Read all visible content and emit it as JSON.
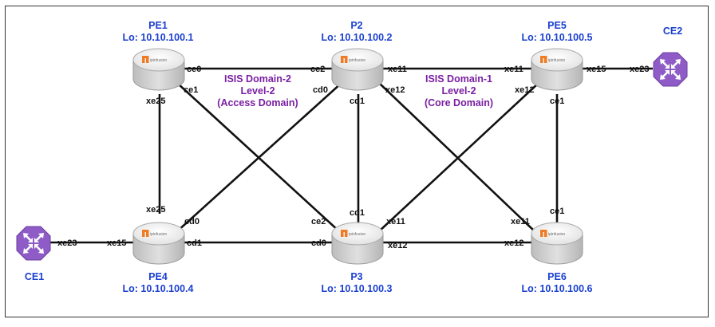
{
  "colors": {
    "label": "#1a3fd1",
    "domain": "#7a1fa2",
    "link": "#111111",
    "router_top": "#f3f3f3",
    "router_side": "#c9c9c9",
    "ce_fill": "#8f5cc7",
    "logo_orange": "#f07b22"
  },
  "nodes": {
    "pe1": {
      "name": "PE1",
      "lo": "Lo: 10.10.100.1",
      "icon": "router-icon"
    },
    "p2": {
      "name": "P2",
      "lo": "Lo: 10.10.100.2",
      "icon": "router-icon"
    },
    "pe5": {
      "name": "PE5",
      "lo": "Lo: 10.10.100.5",
      "icon": "router-icon"
    },
    "pe4": {
      "name": "PE4",
      "lo": "Lo: 10.10.100.4",
      "icon": "router-icon"
    },
    "p3": {
      "name": "P3",
      "lo": "Lo: 10.10.100.3",
      "icon": "router-icon"
    },
    "pe6": {
      "name": "PE6",
      "lo": "Lo: 10.10.100.6",
      "icon": "router-icon"
    },
    "ce1": {
      "name": "CE1",
      "icon": "ce-router-icon"
    },
    "ce2": {
      "name": "CE2",
      "icon": "ce-router-icon"
    }
  },
  "logo_text": "ipinfusion",
  "domains": {
    "access": {
      "line1": "ISIS Domain-2",
      "line2": "Level-2",
      "line3": "(Access Domain)"
    },
    "core": {
      "line1": "ISIS Domain-1",
      "line2": "Level-2",
      "line3": "(Core Domain)"
    }
  },
  "ports": {
    "pe1_ce0": "ce0",
    "pe1_ce1": "ce1",
    "pe1_xe25": "xe25",
    "p2_ce2": "ce2",
    "p2_cd0": "cd0",
    "p2_cd1": "cd1",
    "p2_xe11": "xe11",
    "p2_xe12": "xe12",
    "pe5_xe11": "xe11",
    "pe5_xe12": "xe12",
    "pe5_xe15": "xe15",
    "pe5_ce1": "ce1",
    "ce2_xe23": "xe23",
    "pe4_xe25": "xe25",
    "pe4_cd0": "cd0",
    "pe4_cd1": "cd1",
    "pe4_xe15": "xe15",
    "ce1_xe23": "xe23",
    "p3_ce2": "ce2",
    "p3_cd1": "cd1",
    "p3_cd0": "cd0",
    "p3_xe11": "xe11",
    "p3_xe12": "xe12",
    "pe6_xe11": "xe11",
    "pe6_xe12": "xe12",
    "pe6_ce1": "ce1"
  }
}
